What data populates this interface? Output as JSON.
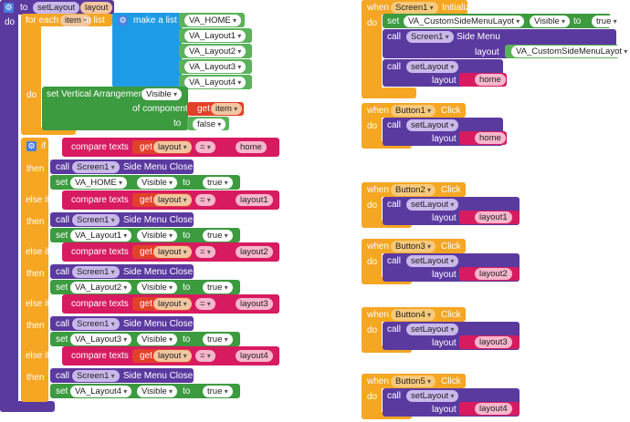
{
  "proc": {
    "to": "to",
    "name": "setLayout",
    "param": "layout",
    "do": "do"
  },
  "foreach": {
    "label": "for each",
    "var": "item",
    "in_list": "in list",
    "make_list": "make a list",
    "items": [
      "VA_HOME",
      "VA_Layout1",
      "VA_Layout2",
      "VA_Layout3",
      "VA_Layout4"
    ],
    "do": "do"
  },
  "set_vert": {
    "label": "set Vertical Arrangement.",
    "prop": "Visible",
    "of_component": "of component",
    "get": "get",
    "get_var": "item",
    "to": "to",
    "value": "false"
  },
  "ifblock": {
    "if": "if",
    "then": "then",
    "else_if": "else if",
    "compare": "compare texts",
    "get": "get",
    "get_var": "layout",
    "op": "=",
    "call": "call",
    "screen": "Screen1",
    "side_close": "Side Menu Close",
    "set": "set",
    "visible": "Visible",
    "to": "to",
    "true": "true",
    "branches": [
      {
        "text": "home",
        "va": "VA_HOME"
      },
      {
        "text": "layout1",
        "va": "VA_Layout1"
      },
      {
        "text": "layout2",
        "va": "VA_Layout2"
      },
      {
        "text": "layout3",
        "va": "VA_Layout3"
      },
      {
        "text": "layout4",
        "va": "VA_Layout4"
      }
    ]
  },
  "init": {
    "when": "when",
    "screen": "Screen1",
    "event": "Initialize",
    "do": "do",
    "set": "set",
    "va": "VA_CustomSideMenuLayot",
    "visible": "Visible",
    "to": "to",
    "true": "true",
    "call": "call",
    "side_menu": "Side Menu",
    "layout_label": "layout",
    "layout_va": "VA_CustomSideMenuLayot",
    "setlayout": "setLayout",
    "home": "home"
  },
  "buttons": [
    {
      "name": "Button1",
      "event": "Click",
      "arg": "home"
    },
    {
      "name": "Button2",
      "event": "Click",
      "arg": "layout1"
    },
    {
      "name": "Button3",
      "event": "Click",
      "arg": "layout2"
    },
    {
      "name": "Button4",
      "event": "Click",
      "arg": "layout3"
    },
    {
      "name": "Button5",
      "event": "Click",
      "arg": "layout4"
    }
  ],
  "btn_common": {
    "when": "when",
    "do": "do",
    "call": "call",
    "setlayout": "setLayout",
    "layout_label": "layout"
  }
}
